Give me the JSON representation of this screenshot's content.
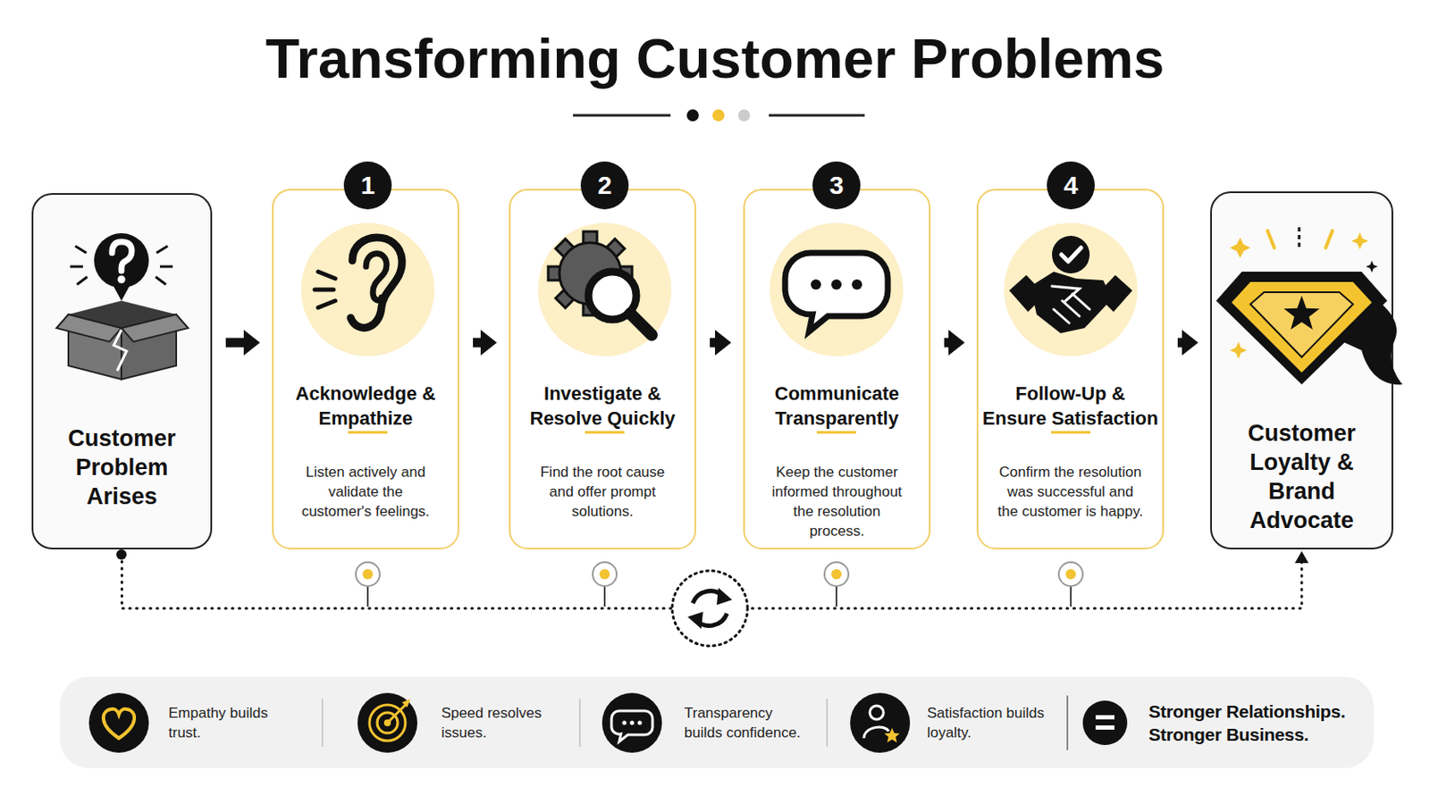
{
  "diagram": {
    "title": "Transforming Customer Problems",
    "nodes": [
      {
        "text": [
          "Customer Problem Arises"
        ]
      },
      {
        "text": [
          "Acknowledge & Empathize",
          "Listen actively and validate the customer's feelings."
        ]
      },
      {
        "text": [
          "Investigate & Resolve Quickly",
          "Find the root cause and offer prompt solutions."
        ]
      },
      {
        "text": [
          "Communicate Transparently",
          "Keep the customer informed throughout the resolution process."
        ]
      },
      {
        "text": [
          "Follow-Up & Ensure Satisfaction",
          "Confirm the resolution was successful and the customer is happy."
        ]
      },
      {
        "text": [
          "Customer Loyalty & Brand Advocate"
        ]
      },
      {
        "text": [
          "Empathy builds trust.",
          "Speed resolves issues.",
          "Transparency builds confidence.",
          "Satisfaction builds loyalty.",
          "Stronger Relationships. Stronger Business."
        ]
      }
    ],
    "edges": [
      {
        "from": 0,
        "to": 1,
        "arrow": "to"
      },
      {
        "from": 1,
        "to": 2,
        "arrow": "to"
      },
      {
        "from": 2,
        "to": 3,
        "arrow": "to"
      },
      {
        "from": 3,
        "to": 4,
        "arrow": "to"
      },
      {
        "from": 4,
        "to": 5,
        "arrow": "to"
      },
      {
        "from": 0,
        "to": 5,
        "arrow": "to"
      }
    ],
    "labels": [
      "1",
      "2",
      "3",
      "4"
    ]
  }
}
